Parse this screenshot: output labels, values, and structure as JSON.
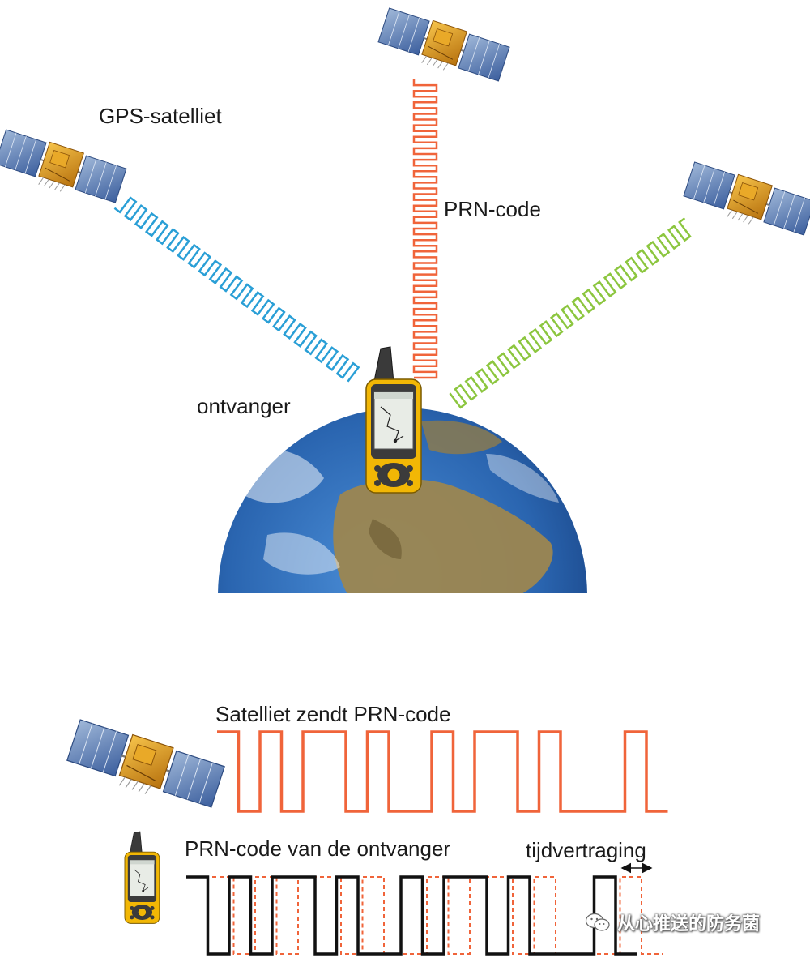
{
  "labels": {
    "satellite": "GPS-satelliet",
    "prn": "PRN-code",
    "receiver": "ontvanger",
    "sat_sends": "Satelliet zendt PRN-code",
    "receiver_prn": "PRN-code van de ontvanger",
    "delay": "tijdvertraging"
  },
  "watermark": {
    "text": "从心推送的防务菌",
    "icon": "wechat-icon"
  },
  "colors": {
    "signal_blue": "#2a9fd6",
    "signal_orange": "#f0643a",
    "signal_green": "#8cc63f",
    "receiver_code": "#111111",
    "device_yellow": "#f2b705",
    "earth_ocean": "#2f6fb8",
    "earth_land": "#a08a55"
  },
  "icons": [
    "satellite-icon",
    "gps-receiver-icon",
    "earth-icon",
    "double-arrow-icon"
  ]
}
